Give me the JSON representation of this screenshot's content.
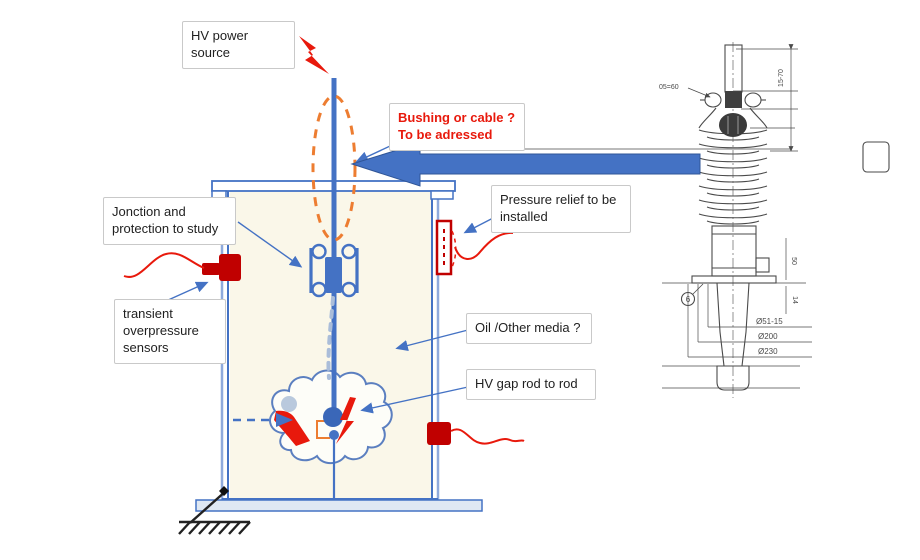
{
  "labels": {
    "hv_power_source": "HV power source",
    "bushing_or_cable_line1": "Bushing or cable ?",
    "bushing_or_cable_line2": "To be adressed",
    "pressure_relief": "Pressure relief to be installed",
    "jonction_protection": "Jonction and protection to study",
    "transient_sensors": "transient overpressure sensors",
    "oil_media": "Oil /Other media ?",
    "hv_gap": "HV gap rod to rod"
  },
  "technical_drawing": {
    "dim_top_left": "05=60",
    "dim_height_rotated": "15-70",
    "dim_diameter_1": "Ø51-15",
    "dim_diameter_2": "Ø200",
    "dim_diameter_3": "Ø230",
    "dim_side_upper": "50",
    "dim_side_lower": "14",
    "balloon_number": "6"
  },
  "colors": {
    "accent_blue": "#4472C4",
    "light_blue": "#8FAADC",
    "dark_blue": "#2F5597",
    "orange": "#ED7D31",
    "red": "#E8190C",
    "dark_red": "#C00000",
    "tank_cream": "#FAF7E9",
    "drawing_gray": "#4A4A4A",
    "dash_gray": "#AABDD9",
    "box_border": "#C9C9C9"
  }
}
